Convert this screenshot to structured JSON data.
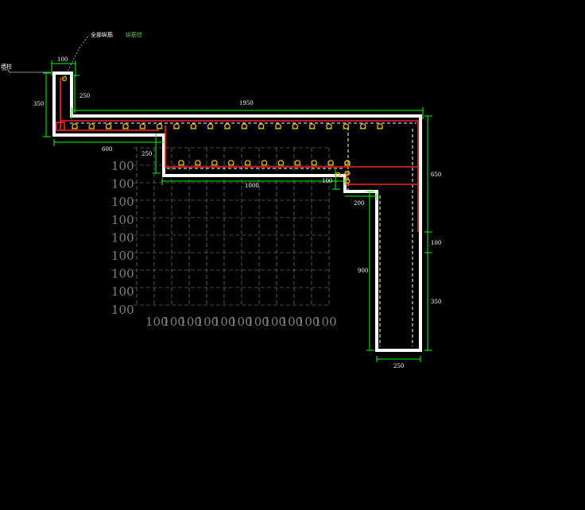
{
  "canvas": {
    "background": "#000000"
  },
  "colors": {
    "wall": "#ffffff",
    "dimension": "#00ff00",
    "rebar_main": "#ff2020",
    "stirrup": "#e8b800",
    "grid": "#8a8a8a",
    "leader": "#bbbbbb"
  },
  "annotations": {
    "leader_text": "全部纵筋",
    "leader_note": "纵筋信",
    "side_mark": "墙柱"
  },
  "dimensions": {
    "top_width": "100",
    "left_height": "350",
    "step_top": "250",
    "top_run": "1950",
    "lower_left": "600",
    "step_mid": "250",
    "mid_run": "1000",
    "step_small": "100",
    "step_lower": "200",
    "right_upper": "650",
    "right_mid": "100",
    "right_lower": "350",
    "vertical_leg": "900",
    "bottom_width": "250"
  },
  "grid": {
    "row_labels": [
      "100",
      "100",
      "100",
      "100",
      "100",
      "100",
      "100",
      "100",
      "100"
    ],
    "col_labels": [
      "100",
      "100",
      "100",
      "100",
      "100",
      "100",
      "100",
      "100",
      "100",
      "100",
      "100"
    ]
  },
  "rebar": {
    "top_row_count": 19,
    "mid_row_count": 11
  }
}
